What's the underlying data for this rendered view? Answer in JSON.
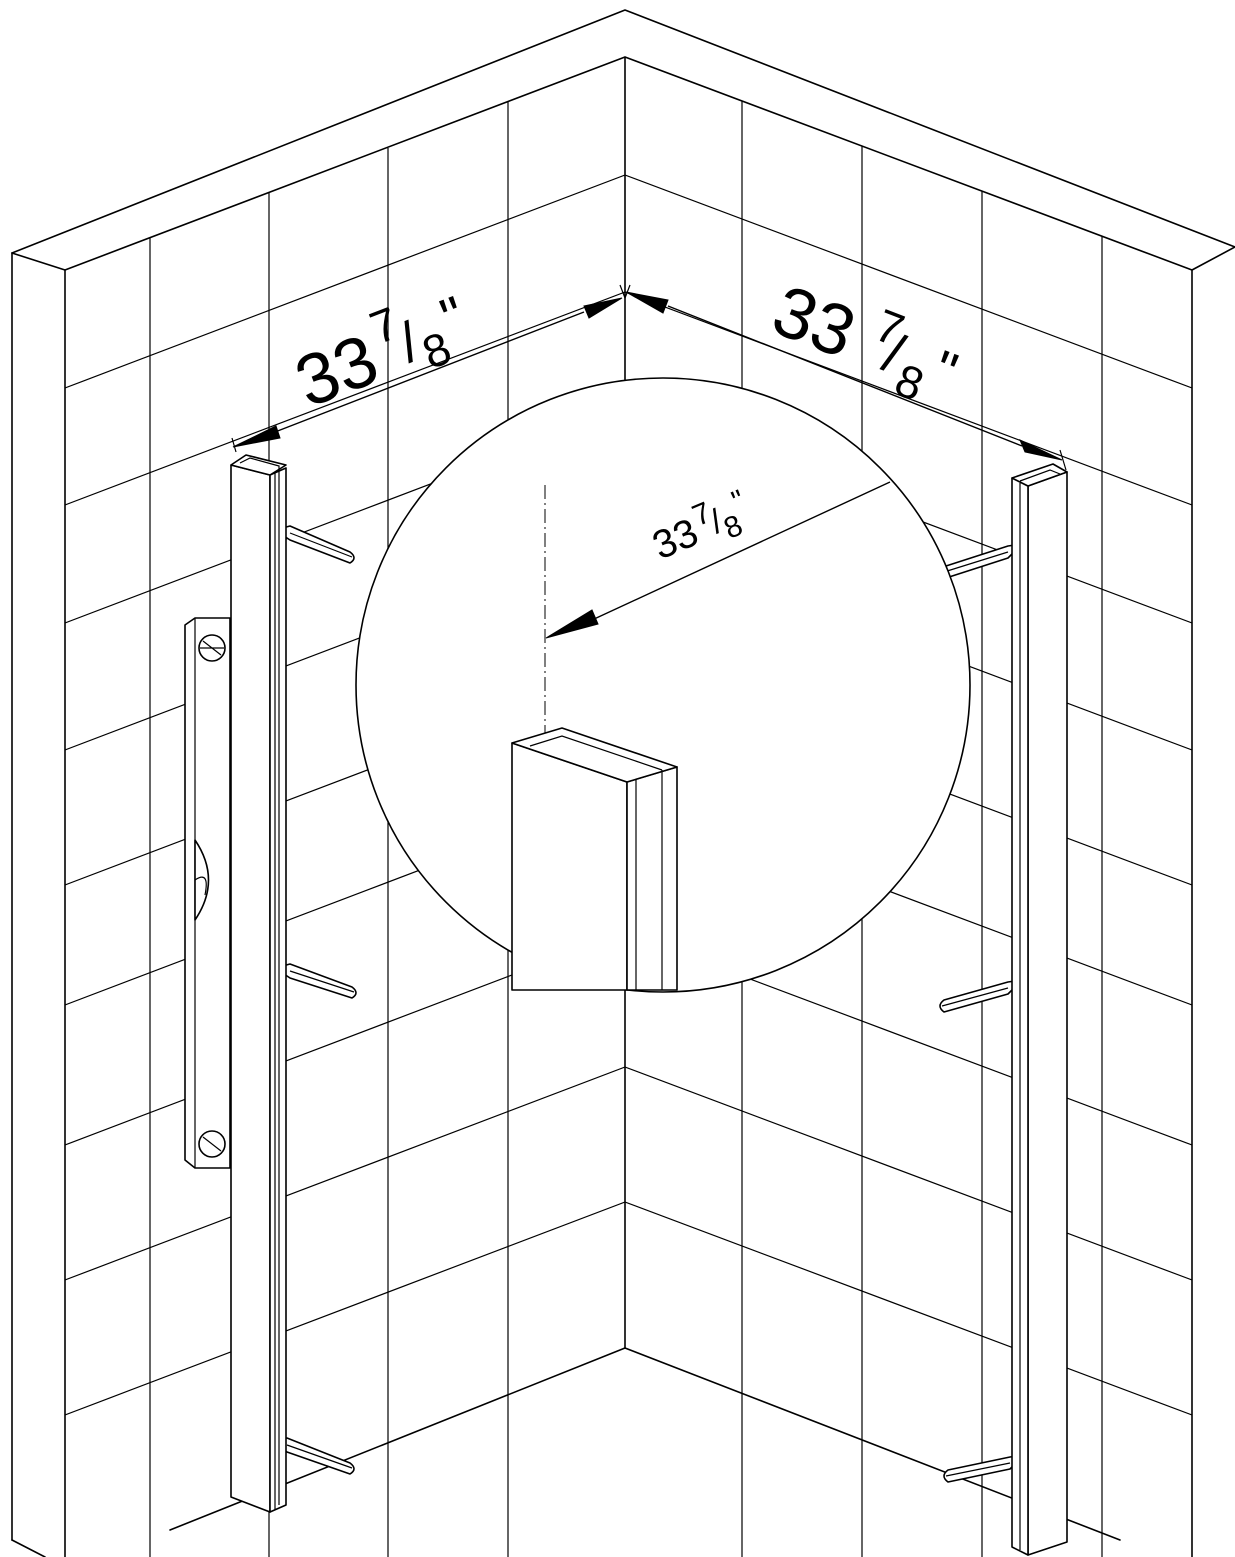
{
  "dimensions": {
    "left_wall": {
      "whole": "33",
      "numerator": "7",
      "denominator": "8",
      "unit": "\""
    },
    "right_wall": {
      "whole": "33",
      "numerator": "7",
      "denominator": "8",
      "unit": "\""
    },
    "detail": {
      "whole": "33",
      "numerator": "7",
      "denominator": "8",
      "unit": "\""
    }
  },
  "colors": {
    "line": "#000000",
    "background": "#ffffff"
  }
}
